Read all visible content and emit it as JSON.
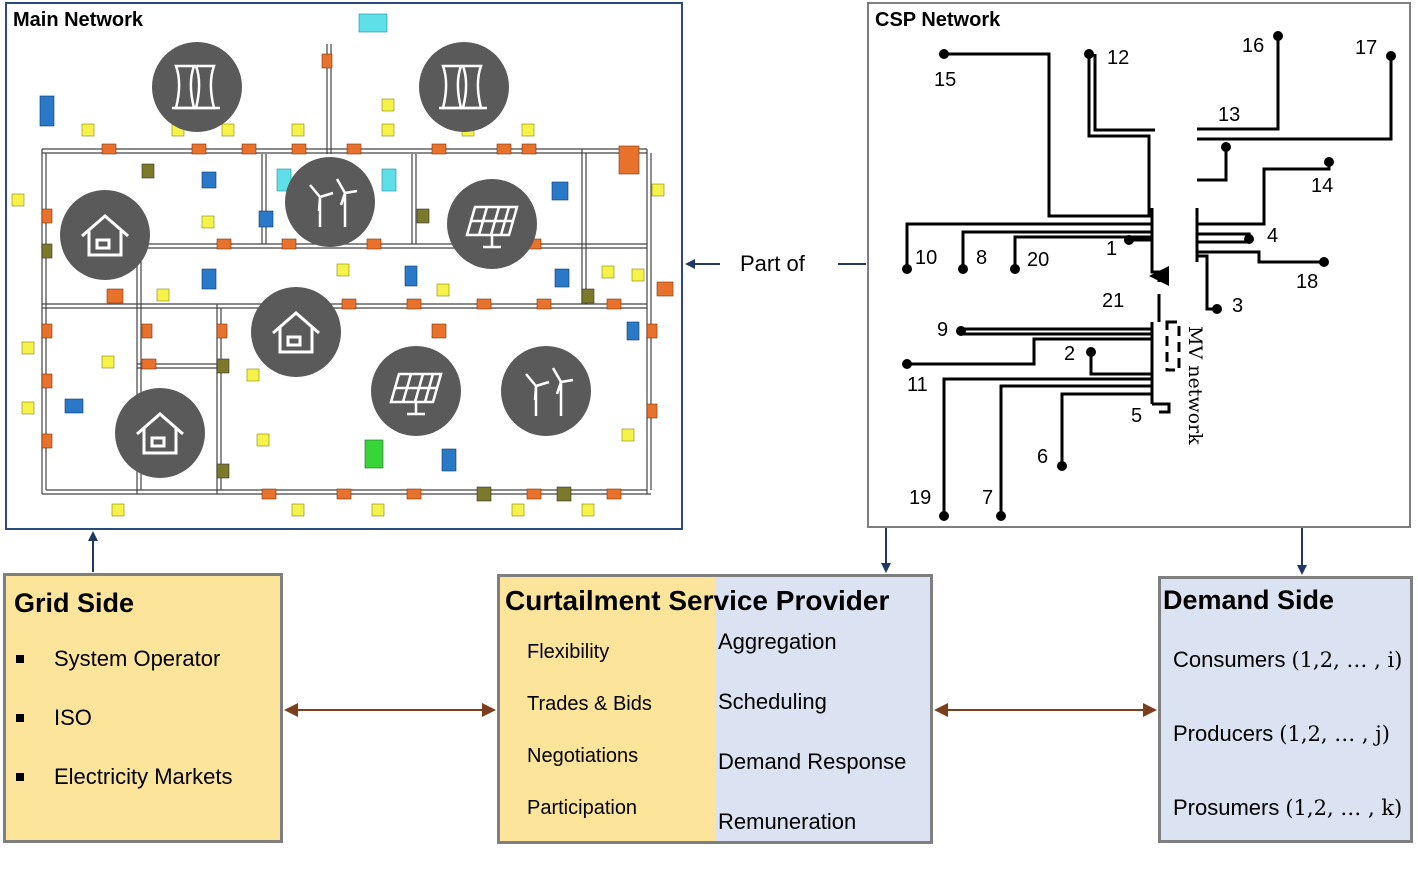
{
  "main_network": {
    "title": "Main Network",
    "icons": [
      "power-plant-icon",
      "power-plant-icon",
      "house-icon",
      "wind-turbine-icon",
      "solar-panel-icon",
      "house-icon",
      "house-icon",
      "solar-panel-icon",
      "wind-turbine-icon"
    ]
  },
  "csp_network": {
    "title": "CSP Network",
    "mv_label": "MV network",
    "node_labels": [
      "1",
      "2",
      "3",
      "4",
      "5",
      "6",
      "7",
      "8",
      "9",
      "10",
      "11",
      "12",
      "13",
      "14",
      "15",
      "16",
      "17",
      "18",
      "19",
      "20",
      "21"
    ]
  },
  "part_of_label": "Part of",
  "grid_side": {
    "title": "Grid Side",
    "items": [
      "System Operator",
      "ISO",
      "Electricity Markets"
    ]
  },
  "csp": {
    "title": "Curtailment Service Provider",
    "left_items": [
      "Flexibility",
      "Trades & Bids",
      "Negotiations",
      "Participation"
    ],
    "right_items": [
      "Aggregation",
      "Scheduling",
      "Demand Response",
      "Remuneration"
    ]
  },
  "demand_side": {
    "title": "Demand Side",
    "items": [
      {
        "label": "Consumers",
        "math": "(1,2, … , i)"
      },
      {
        "label": "Producers",
        "math": "(1,2, … , j)"
      },
      {
        "label": "Prosumers",
        "math": "(1,2, … , k)"
      }
    ]
  },
  "colors": {
    "main_border": "#2b4a7e",
    "grid_fill": "#fde49b",
    "demand_fill": "#dbe2f1",
    "arrow_brown": "#7b3f1d",
    "arrow_navy": "#1f3864",
    "icon_gray": "#5a5a5a"
  }
}
